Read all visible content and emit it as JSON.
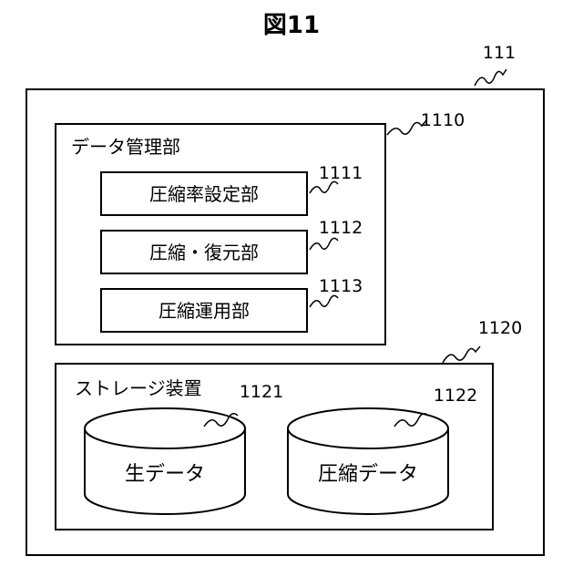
{
  "figure_title": "図11",
  "outer_box": {
    "ref": "111"
  },
  "data_management": {
    "title": "データ管理部",
    "ref": "1110",
    "units": [
      {
        "label": "圧縮率設定部",
        "ref": "1111"
      },
      {
        "label": "圧縮・復元部",
        "ref": "1112"
      },
      {
        "label": "圧縮運用部",
        "ref": "1113"
      }
    ]
  },
  "storage": {
    "title": "ストレージ装置",
    "ref": "1120",
    "cylinders": [
      {
        "label": "生データ",
        "ref": "1121"
      },
      {
        "label": "圧縮データ",
        "ref": "1122"
      }
    ]
  }
}
